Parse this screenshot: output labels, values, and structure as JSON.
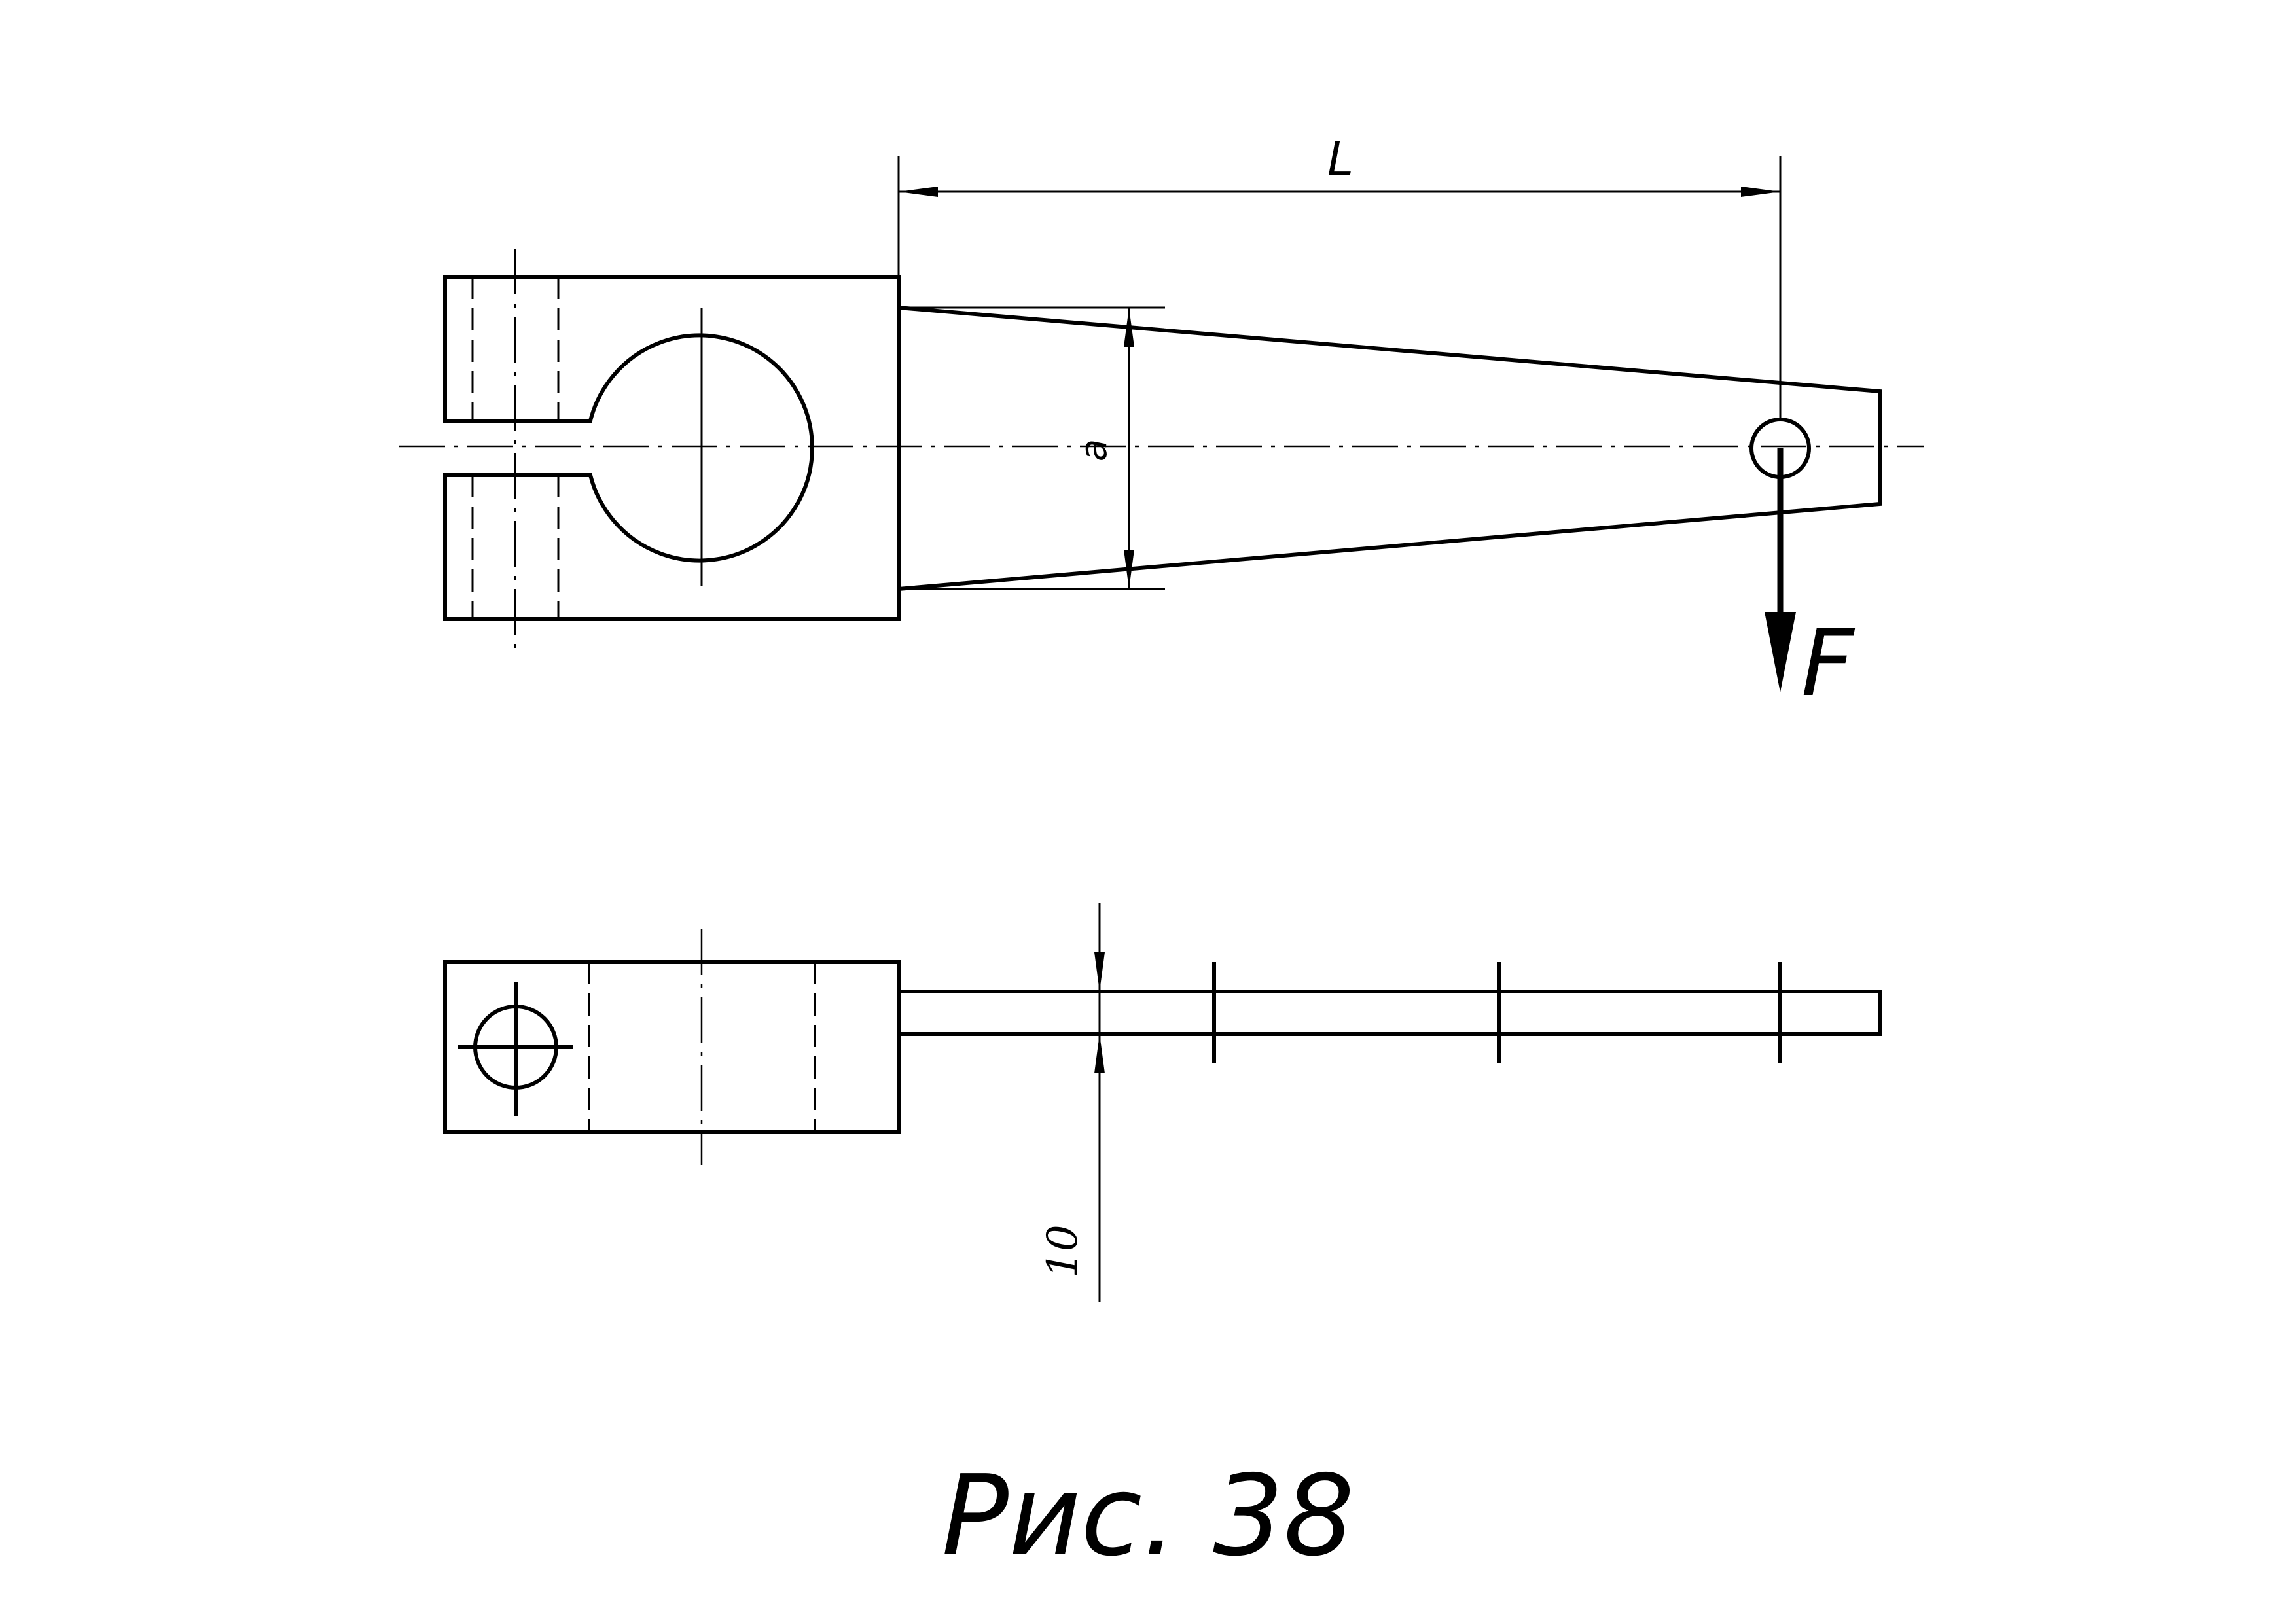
{
  "labels": {
    "length": "L",
    "height": "a",
    "force": "F",
    "thickness": "10"
  },
  "caption": "Рис. 38",
  "colors": {
    "line": "#000000",
    "background": "#ffffff"
  }
}
